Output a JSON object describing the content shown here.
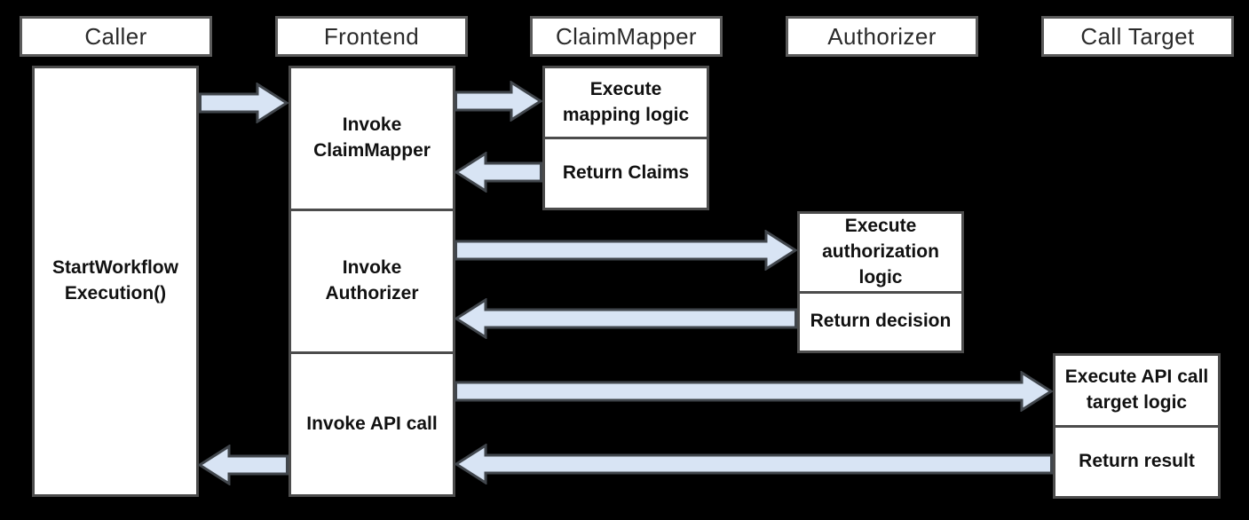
{
  "diagram_type": "sequence-flow",
  "lanes": [
    "Caller",
    "Frontend",
    "ClaimMapper",
    "Authorizer",
    "Call Target"
  ],
  "activities": {
    "caller": [
      "StartWorkflow\nExecution()"
    ],
    "frontend": [
      "Invoke\nClaimMapper",
      "Invoke\nAuthorizer",
      "Invoke API call"
    ],
    "claim_mapper": [
      "Execute\nmapping logic",
      "Return Claims"
    ],
    "authorizer": [
      "Execute\nauthorization\nlogic",
      "Return decision"
    ],
    "call_target": [
      "Execute API call\ntarget logic",
      "Return result"
    ]
  },
  "connectors": [
    {
      "from": "Caller",
      "to": "Frontend",
      "direction": "right",
      "row": "Invoke ClaimMapper"
    },
    {
      "from": "Frontend",
      "to": "ClaimMapper",
      "direction": "right",
      "row": "Execute mapping logic"
    },
    {
      "from": "ClaimMapper",
      "to": "Frontend",
      "direction": "left",
      "row": "Return Claims"
    },
    {
      "from": "Frontend",
      "to": "Authorizer",
      "direction": "right",
      "row": "Execute authorization logic"
    },
    {
      "from": "Authorizer",
      "to": "Frontend",
      "direction": "left",
      "row": "Return decision"
    },
    {
      "from": "Frontend",
      "to": "Call Target",
      "direction": "right",
      "row": "Execute API call target logic"
    },
    {
      "from": "Call Target",
      "to": "Frontend",
      "direction": "left",
      "row": "Return result"
    },
    {
      "from": "Frontend",
      "to": "Caller",
      "direction": "left",
      "row": "Return result"
    }
  ],
  "colors": {
    "background": "#000000",
    "box_fill": "#ffffff",
    "box_border": "#4c4c4c",
    "header_border": "#5a5a5a",
    "arrow_fill": "#d8e4f4",
    "arrow_border": "#41464c",
    "text": "#111111"
  }
}
